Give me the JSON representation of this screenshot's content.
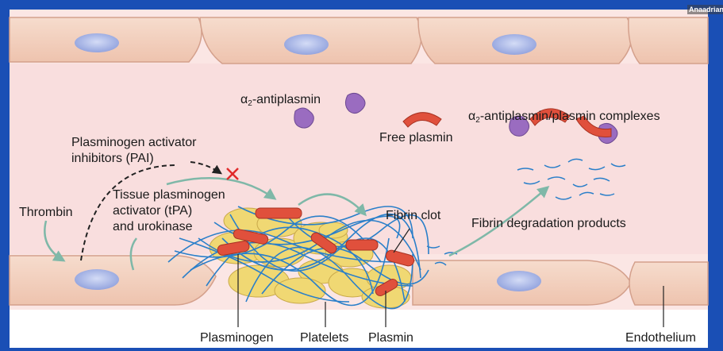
{
  "watermark": "Anaadrian",
  "labels": {
    "a2_antiplasmin_prefix": "α",
    "a2_antiplasmin_sub": "2",
    "a2_antiplasmin_suffix": "-antiplasmin",
    "complex_prefix": "α",
    "complex_sub": "2",
    "complex_suffix": "-antiplasmin/plasmin complexes",
    "free_plasmin": "Free plasmin",
    "pai_line1": "Plasminogen activator",
    "pai_line2": "inhibitors (PAI)",
    "tpa_line1": "Tissue plasminogen",
    "tpa_line2": "activator (tPA)",
    "tpa_line3": "and urokinase",
    "thrombin": "Thrombin",
    "fibrin_clot": "Fibrin clot",
    "fdp": "Fibrin degradation products",
    "plasminogen": "Plasminogen",
    "platelets": "Platelets",
    "plasmin": "Plasmin",
    "endothelium": "Endothelium"
  },
  "colors": {
    "frame": "#1a4fb5",
    "lumen": "#f9dede",
    "cell": "#f7d5c5",
    "cell_edge": "#d4a08c",
    "nucleus": "#a9b6e8",
    "platelet": "#f0d873",
    "plasmin": "#e0503c",
    "antiplasmin": "#9a6cc0",
    "fiber": "#2a7fc9",
    "arrow": "#7fb8a8",
    "inhibit": "#e02a2a"
  }
}
